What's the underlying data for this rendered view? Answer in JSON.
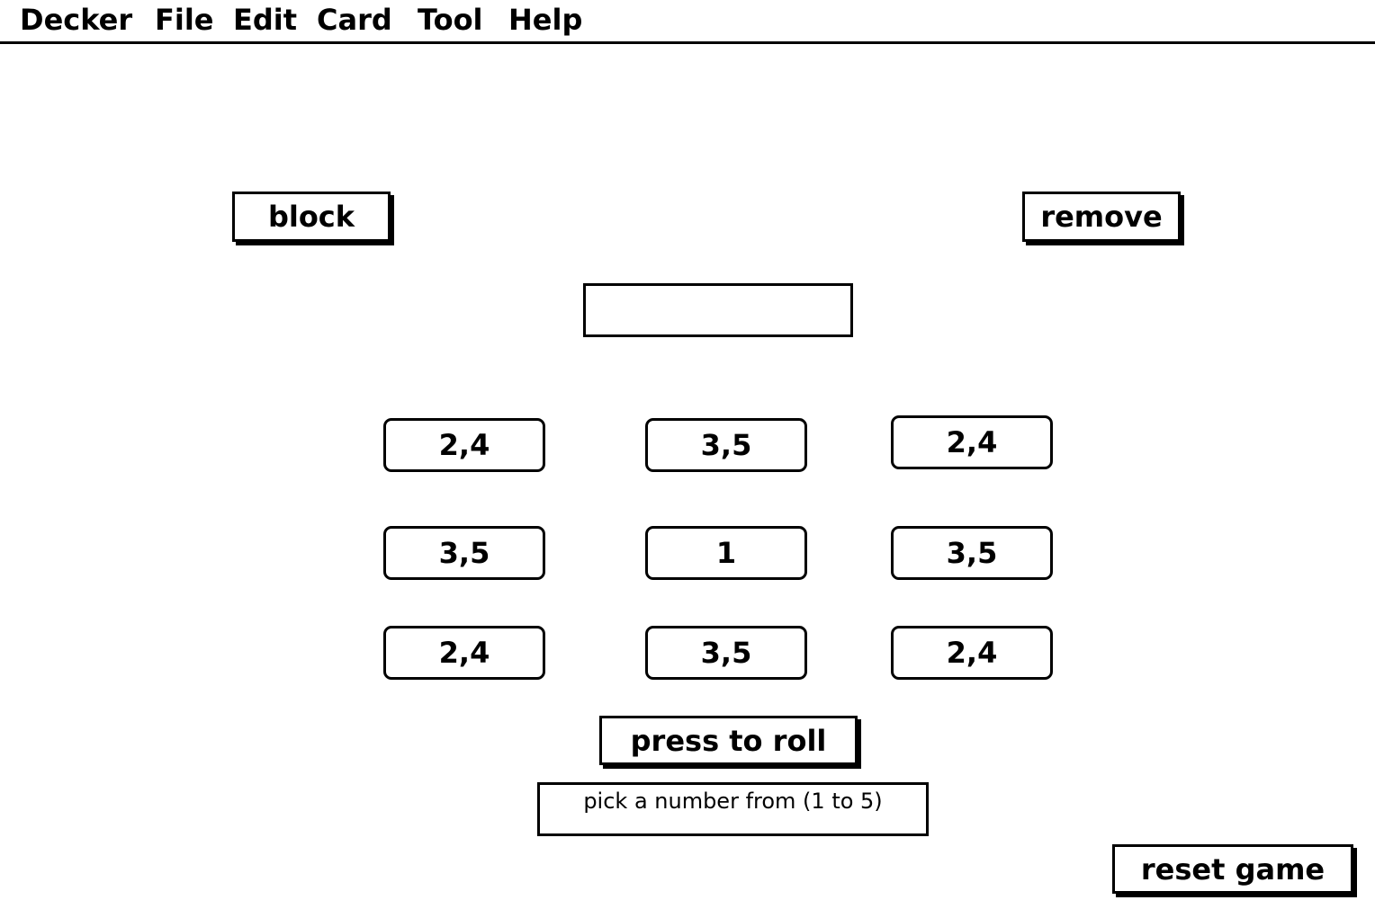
{
  "menubar": {
    "items": [
      {
        "label": "Decker"
      },
      {
        "label": "File"
      },
      {
        "label": "Edit"
      },
      {
        "label": "Card"
      },
      {
        "label": "Tool"
      },
      {
        "label": "Help"
      }
    ]
  },
  "controls": {
    "block_label": "block",
    "remove_label": "remove",
    "roll_label": "press to roll",
    "reset_label": "reset game"
  },
  "result_field": {
    "value": ""
  },
  "prompt_field": {
    "text": "pick a number from (1 to 5)"
  },
  "grid": {
    "rows": [
      [
        "2,4",
        "3,5",
        "2,4"
      ],
      [
        "3,5",
        "1",
        "3,5"
      ],
      [
        "2,4",
        "3,5",
        "2,4"
      ]
    ]
  }
}
